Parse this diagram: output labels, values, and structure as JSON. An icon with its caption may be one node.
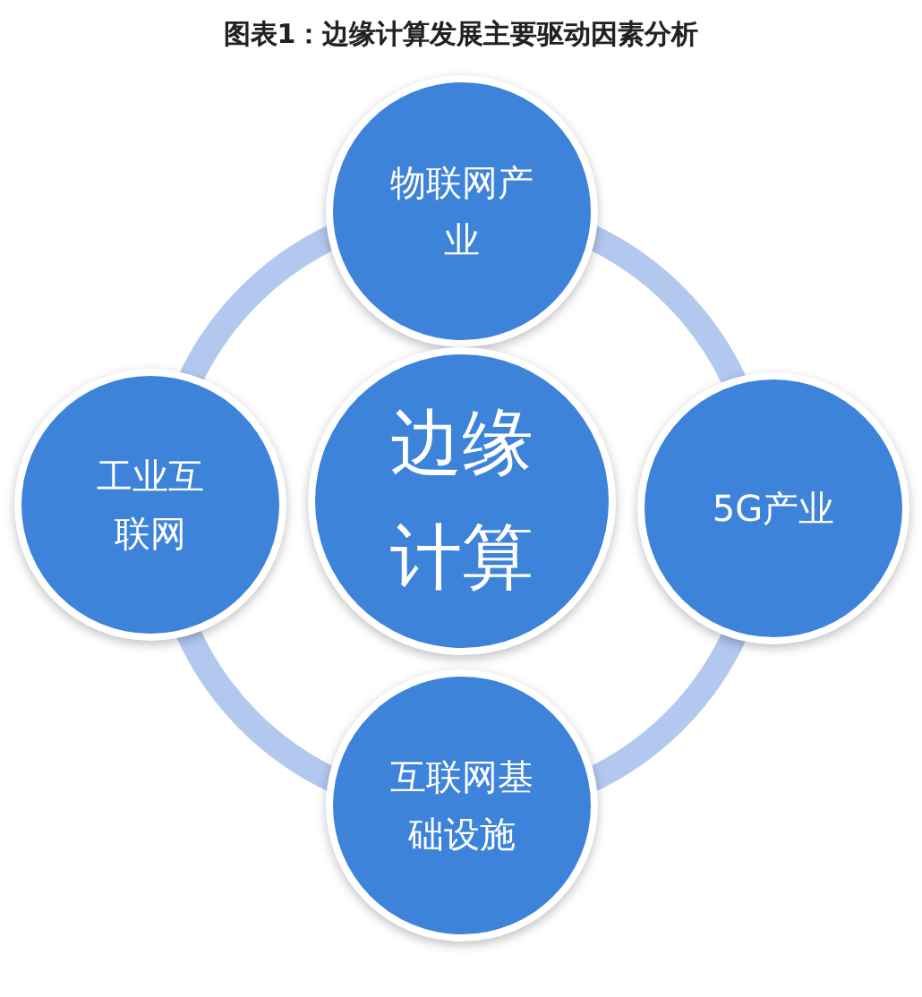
{
  "diagram": {
    "title": "图表1：边缘计算发展主要驱动因素分析",
    "nodes": [
      {
        "text": [
          "物联网产业"
        ]
      },
      {
        "text": [
          "工业互联网"
        ]
      },
      {
        "text": [
          "边缘计算"
        ]
      },
      {
        "text": [
          "5G产业"
        ]
      },
      {
        "text": [
          "互联网基础设施"
        ]
      }
    ],
    "edges": [
      {
        "from": 0,
        "to": 3,
        "arrow": "none"
      },
      {
        "from": 3,
        "to": 4,
        "arrow": "none"
      },
      {
        "from": 4,
        "to": 1,
        "arrow": "none"
      },
      {
        "from": 1,
        "to": 0,
        "arrow": "none"
      }
    ]
  }
}
